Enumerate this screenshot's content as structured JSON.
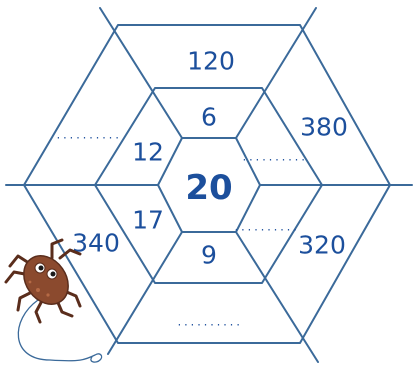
{
  "center": "20",
  "inner_ring": {
    "top": "6",
    "upper_left": "12",
    "upper_right": "..........",
    "lower_left": "17",
    "lower_right": "..........",
    "bottom": "9"
  },
  "outer_ring": {
    "top": "120",
    "upper_left": "..........",
    "upper_right": "380",
    "lower_left": "340",
    "lower_right": "320",
    "bottom": ".........."
  },
  "colors": {
    "web": "#3b6a9a",
    "numbers": "#1c4f9c",
    "spider_body": "#8b4a2e",
    "spider_legs": "#5a2d1c"
  },
  "icons": [
    "spider-icon"
  ]
}
